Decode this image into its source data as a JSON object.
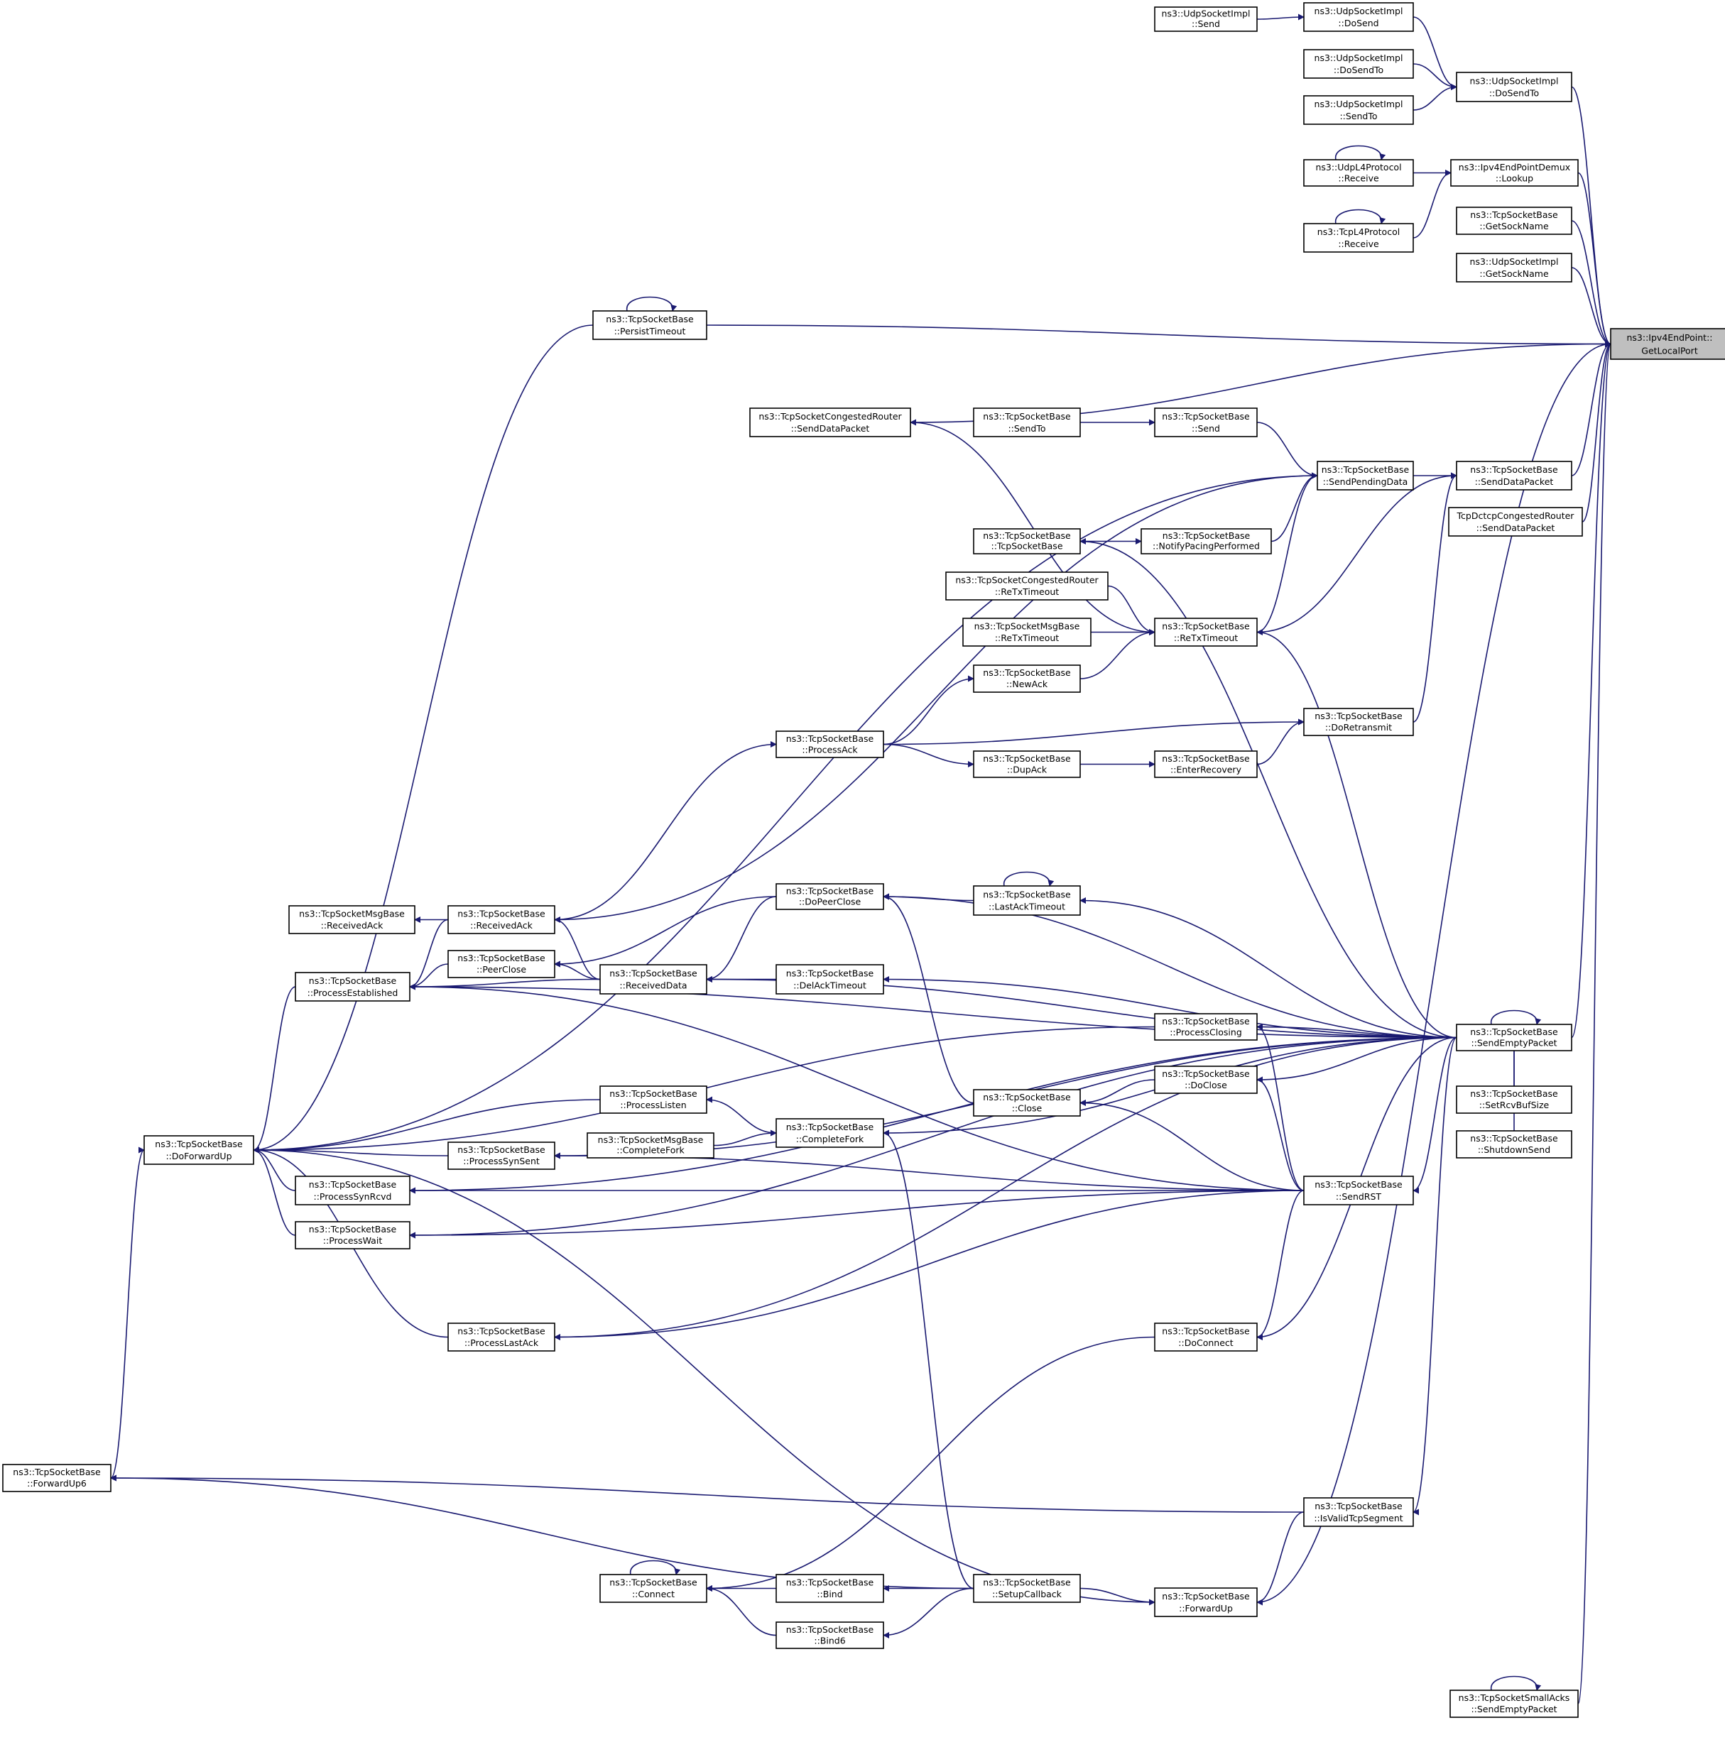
{
  "graph": {
    "focus_node": "get_local_port",
    "nodes": [
      {
        "id": "get_local_port",
        "lines": [
          "ns3::Ipv4EndPoint::",
          "GetLocalPort"
        ]
      },
      {
        "id": "udp_send",
        "lines": [
          "ns3::UdpSocketImpl",
          "::Send"
        ]
      },
      {
        "id": "udp_dosend",
        "lines": [
          "ns3::UdpSocketImpl",
          "::DoSend"
        ]
      },
      {
        "id": "udp_dosendto_a",
        "lines": [
          "ns3::UdpSocketImpl",
          "::DoSendTo"
        ]
      },
      {
        "id": "udp_dosendto_b",
        "lines": [
          "ns3::UdpSocketImpl",
          "::DoSendTo"
        ]
      },
      {
        "id": "udp_sendto",
        "lines": [
          "ns3::UdpSocketImpl",
          "::SendTo"
        ]
      },
      {
        "id": "udpl4_receive",
        "lines": [
          "ns3::UdpL4Protocol",
          "::Receive"
        ]
      },
      {
        "id": "demux_lookup",
        "lines": [
          "ns3::Ipv4EndPointDemux",
          "::Lookup"
        ]
      },
      {
        "id": "tcpl4_receive",
        "lines": [
          "ns3::TcpL4Protocol",
          "::Receive"
        ]
      },
      {
        "id": "tcp_getsockname",
        "lines": [
          "ns3::TcpSocketBase",
          "::GetSockName"
        ]
      },
      {
        "id": "udp_getsockname",
        "lines": [
          "ns3::UdpSocketImpl",
          "::GetSockName"
        ]
      },
      {
        "id": "persist_timeout",
        "lines": [
          "ns3::TcpSocketBase",
          "::PersistTimeout"
        ]
      },
      {
        "id": "cong_senddatapacket",
        "lines": [
          "ns3::TcpSocketCongestedRouter",
          "::SendDataPacket"
        ]
      },
      {
        "id": "tcp_sendto",
        "lines": [
          "ns3::TcpSocketBase",
          "::SendTo"
        ]
      },
      {
        "id": "tcp_send",
        "lines": [
          "ns3::TcpSocketBase",
          "::Send"
        ]
      },
      {
        "id": "send_pending_data",
        "lines": [
          "ns3::TcpSocketBase",
          "::SendPendingData"
        ]
      },
      {
        "id": "tcp_senddatapacket",
        "lines": [
          "ns3::TcpSocketBase",
          "::SendDataPacket"
        ]
      },
      {
        "id": "tcp_ctor",
        "lines": [
          "ns3::TcpSocketBase",
          "::TcpSocketBase"
        ]
      },
      {
        "id": "notify_pacing",
        "lines": [
          "ns3::TcpSocketBase",
          "::NotifyPacingPerformed"
        ]
      },
      {
        "id": "dctcp_senddatapacket",
        "lines": [
          "TcpDctcpCongestedRouter",
          "::SendDataPacket"
        ]
      },
      {
        "id": "cong_retxtimeout",
        "lines": [
          "ns3::TcpSocketCongestedRouter",
          "::ReTxTimeout"
        ]
      },
      {
        "id": "msg_retxtimeout",
        "lines": [
          "ns3::TcpSocketMsgBase",
          "::ReTxTimeout"
        ]
      },
      {
        "id": "retxtimeout",
        "lines": [
          "ns3::TcpSocketBase",
          "::ReTxTimeout"
        ]
      },
      {
        "id": "newack",
        "lines": [
          "ns3::TcpSocketBase",
          "::NewAck"
        ]
      },
      {
        "id": "processack",
        "lines": [
          "ns3::TcpSocketBase",
          "::ProcessAck"
        ]
      },
      {
        "id": "doretransmit",
        "lines": [
          "ns3::TcpSocketBase",
          "::DoRetransmit"
        ]
      },
      {
        "id": "dupack",
        "lines": [
          "ns3::TcpSocketBase",
          "::DupAck"
        ]
      },
      {
        "id": "enterrecovery",
        "lines": [
          "ns3::TcpSocketBase",
          "::EnterRecovery"
        ]
      },
      {
        "id": "dopeerclose",
        "lines": [
          "ns3::TcpSocketBase",
          "::DoPeerClose"
        ]
      },
      {
        "id": "lastacktimeout",
        "lines": [
          "ns3::TcpSocketBase",
          "::LastAckTimeout"
        ]
      },
      {
        "id": "msg_receivedack",
        "lines": [
          "ns3::TcpSocketMsgBase",
          "::ReceivedAck"
        ]
      },
      {
        "id": "receivedack",
        "lines": [
          "ns3::TcpSocketBase",
          "::ReceivedAck"
        ]
      },
      {
        "id": "peerclose",
        "lines": [
          "ns3::TcpSocketBase",
          "::PeerClose"
        ]
      },
      {
        "id": "receiveddata",
        "lines": [
          "ns3::TcpSocketBase",
          "::ReceivedData"
        ]
      },
      {
        "id": "delacktimeout",
        "lines": [
          "ns3::TcpSocketBase",
          "::DelAckTimeout"
        ]
      },
      {
        "id": "processestablished",
        "lines": [
          "ns3::TcpSocketBase",
          "::ProcessEstablished"
        ]
      },
      {
        "id": "processclosing",
        "lines": [
          "ns3::TcpSocketBase",
          "::ProcessClosing"
        ]
      },
      {
        "id": "sendemptypacket",
        "lines": [
          "ns3::TcpSocketBase",
          "::SendEmptyPacket"
        ]
      },
      {
        "id": "doclose",
        "lines": [
          "ns3::TcpSocketBase",
          "::DoClose"
        ]
      },
      {
        "id": "processlisten",
        "lines": [
          "ns3::TcpSocketBase",
          "::ProcessListen"
        ]
      },
      {
        "id": "close",
        "lines": [
          "ns3::TcpSocketBase",
          "::Close"
        ]
      },
      {
        "id": "setrcvbufsize",
        "lines": [
          "ns3::TcpSocketBase",
          "::SetRcvBufSize"
        ]
      },
      {
        "id": "msg_completefork",
        "lines": [
          "ns3::TcpSocketMsgBase",
          "::CompleteFork"
        ]
      },
      {
        "id": "completefork",
        "lines": [
          "ns3::TcpSocketBase",
          "::CompleteFork"
        ]
      },
      {
        "id": "shutdownsend",
        "lines": [
          "ns3::TcpSocketBase",
          "::ShutdownSend"
        ]
      },
      {
        "id": "doforwardup",
        "lines": [
          "ns3::TcpSocketBase",
          "::DoForwardUp"
        ]
      },
      {
        "id": "processsynsent",
        "lines": [
          "ns3::TcpSocketBase",
          "::ProcessSynSent"
        ]
      },
      {
        "id": "processsynrcvd",
        "lines": [
          "ns3::TcpSocketBase",
          "::ProcessSynRcvd"
        ]
      },
      {
        "id": "sendrst",
        "lines": [
          "ns3::TcpSocketBase",
          "::SendRST"
        ]
      },
      {
        "id": "processwait",
        "lines": [
          "ns3::TcpSocketBase",
          "::ProcessWait"
        ]
      },
      {
        "id": "processlastack",
        "lines": [
          "ns3::TcpSocketBase",
          "::ProcessLastAck"
        ]
      },
      {
        "id": "doconnect",
        "lines": [
          "ns3::TcpSocketBase",
          "::DoConnect"
        ]
      },
      {
        "id": "forwardup6",
        "lines": [
          "ns3::TcpSocketBase",
          "::ForwardUp6"
        ]
      },
      {
        "id": "isvalidtcpsegment",
        "lines": [
          "ns3::TcpSocketBase",
          "::IsValidTcpSegment"
        ]
      },
      {
        "id": "connect",
        "lines": [
          "ns3::TcpSocketBase",
          "::Connect"
        ]
      },
      {
        "id": "bind",
        "lines": [
          "ns3::TcpSocketBase",
          "::Bind"
        ]
      },
      {
        "id": "setupcallback",
        "lines": [
          "ns3::TcpSocketBase",
          "::SetupCallback"
        ]
      },
      {
        "id": "forwardup",
        "lines": [
          "ns3::TcpSocketBase",
          "::ForwardUp"
        ]
      },
      {
        "id": "bind6",
        "lines": [
          "ns3::TcpSocketBase",
          "::Bind6"
        ]
      },
      {
        "id": "smallacks_sendemptypacket",
        "lines": [
          "ns3::TcpSocketSmallAcks",
          "::SendEmptyPacket"
        ]
      }
    ],
    "edges": [
      [
        "udp_send",
        "udp_dosend"
      ],
      [
        "udp_dosend",
        "udp_dosendto_b"
      ],
      [
        "udp_dosendto_a",
        "udp_dosendto_b"
      ],
      [
        "udp_sendto",
        "udp_dosendto_b"
      ],
      [
        "udp_dosendto_b",
        "get_local_port"
      ],
      [
        "udpl4_receive",
        "demux_lookup"
      ],
      [
        "tcpl4_receive",
        "demux_lookup"
      ],
      [
        "demux_lookup",
        "get_local_port"
      ],
      [
        "tcp_getsockname",
        "get_local_port"
      ],
      [
        "udp_getsockname",
        "get_local_port"
      ],
      [
        "persist_timeout",
        "get_local_port"
      ],
      [
        "cong_senddatapacket",
        "get_local_port"
      ],
      [
        "tcp_senddatapacket",
        "get_local_port"
      ],
      [
        "dctcp_senddatapacket",
        "get_local_port"
      ],
      [
        "sendemptypacket",
        "get_local_port"
      ],
      [
        "forwardup",
        "get_local_port"
      ],
      [
        "smallacks_sendemptypacket",
        "get_local_port"
      ],
      [
        "tcp_sendto",
        "tcp_send"
      ],
      [
        "tcp_send",
        "send_pending_data"
      ],
      [
        "send_pending_data",
        "tcp_senddatapacket"
      ],
      [
        "notify_pacing",
        "send_pending_data"
      ],
      [
        "tcp_ctor",
        "notify_pacing"
      ],
      [
        "retxtimeout",
        "send_pending_data"
      ],
      [
        "retxtimeout",
        "tcp_senddatapacket"
      ],
      [
        "cong_retxtimeout",
        "retxtimeout"
      ],
      [
        "msg_retxtimeout",
        "retxtimeout"
      ],
      [
        "newack",
        "retxtimeout"
      ],
      [
        "processack",
        "newack"
      ],
      [
        "processack",
        "doretransmit"
      ],
      [
        "processack",
        "dupack"
      ],
      [
        "dupack",
        "enterrecovery"
      ],
      [
        "enterrecovery",
        "doretransmit"
      ],
      [
        "doretransmit",
        "tcp_senddatapacket"
      ],
      [
        "receivedack",
        "processack"
      ],
      [
        "receivedack",
        "msg_receivedack"
      ],
      [
        "receivedack",
        "send_pending_data"
      ],
      [
        "lastacktimeout",
        "dopeerclose"
      ],
      [
        "dopeerclose",
        "peerclose"
      ],
      [
        "dopeerclose",
        "receiveddata"
      ],
      [
        "close",
        "dopeerclose"
      ],
      [
        "receiveddata",
        "receivedack"
      ],
      [
        "receiveddata",
        "peerclose"
      ],
      [
        "receiveddata",
        "processestablished"
      ],
      [
        "delacktimeout",
        "receiveddata"
      ],
      [
        "receivedack",
        "processestablished"
      ],
      [
        "peerclose",
        "processestablished"
      ],
      [
        "processestablished",
        "doforwardup"
      ],
      [
        "processclosing",
        "doforwardup"
      ],
      [
        "processlisten",
        "doforwardup"
      ],
      [
        "processsynsent",
        "doforwardup"
      ],
      [
        "processsynrcvd",
        "doforwardup"
      ],
      [
        "processwait",
        "doforwardup"
      ],
      [
        "processlastack",
        "doforwardup"
      ],
      [
        "persist_timeout",
        "doforwardup"
      ],
      [
        "send_pending_data",
        "doforwardup"
      ],
      [
        "forwardup6",
        "doforwardup"
      ],
      [
        "forwardup",
        "doforwardup"
      ],
      [
        "doclose",
        "close"
      ],
      [
        "completefork",
        "processlisten"
      ],
      [
        "msg_completefork",
        "completefork"
      ],
      [
        "sendemptypacket",
        "processestablished"
      ],
      [
        "sendemptypacket",
        "lastacktimeout"
      ],
      [
        "sendemptypacket",
        "dopeerclose"
      ],
      [
        "sendemptypacket",
        "receiveddata"
      ],
      [
        "sendemptypacket",
        "delacktimeout"
      ],
      [
        "sendemptypacket",
        "processclosing"
      ],
      [
        "sendemptypacket",
        "doclose"
      ],
      [
        "sendemptypacket",
        "completefork"
      ],
      [
        "sendemptypacket",
        "setrcvbufsize"
      ],
      [
        "sendemptypacket",
        "shutdownsend"
      ],
      [
        "sendemptypacket",
        "sendrst"
      ],
      [
        "sendemptypacket",
        "doconnect"
      ],
      [
        "sendemptypacket",
        "processsynsent"
      ],
      [
        "sendemptypacket",
        "processlastack"
      ],
      [
        "sendemptypacket",
        "processsynrcvd"
      ],
      [
        "sendemptypacket",
        "isvalidtcpsegment"
      ],
      [
        "sendemptypacket",
        "tcp_ctor"
      ],
      [
        "sendemptypacket",
        "retxtimeout"
      ],
      [
        "sendemptypacket",
        "processwait"
      ],
      [
        "sendrst",
        "processclosing"
      ],
      [
        "sendrst",
        "doclose"
      ],
      [
        "sendrst",
        "close"
      ],
      [
        "sendrst",
        "processestablished"
      ],
      [
        "sendrst",
        "processsynsent"
      ],
      [
        "sendrst",
        "processsynrcvd"
      ],
      [
        "sendrst",
        "processwait"
      ],
      [
        "sendrst",
        "processlastack"
      ],
      [
        "sendrst",
        "doconnect"
      ],
      [
        "doconnect",
        "connect"
      ],
      [
        "isvalidtcpsegment",
        "forwardup6"
      ],
      [
        "isvalidtcpsegment",
        "forwardup"
      ],
      [
        "setupcallback",
        "forwardup6"
      ],
      [
        "setupcallback",
        "bind"
      ],
      [
        "setupcallback",
        "bind6"
      ],
      [
        "setupcallback",
        "completefork"
      ],
      [
        "setupcallback",
        "forwardup"
      ],
      [
        "bind",
        "connect"
      ],
      [
        "bind6",
        "connect"
      ],
      [
        "retxtimeout",
        "cong_senddatapacket"
      ]
    ],
    "self_loops": [
      "udpl4_receive",
      "tcpl4_receive",
      "persist_timeout",
      "lastacktimeout",
      "sendemptypacket",
      "connect",
      "smallacks_sendemptypacket"
    ]
  }
}
